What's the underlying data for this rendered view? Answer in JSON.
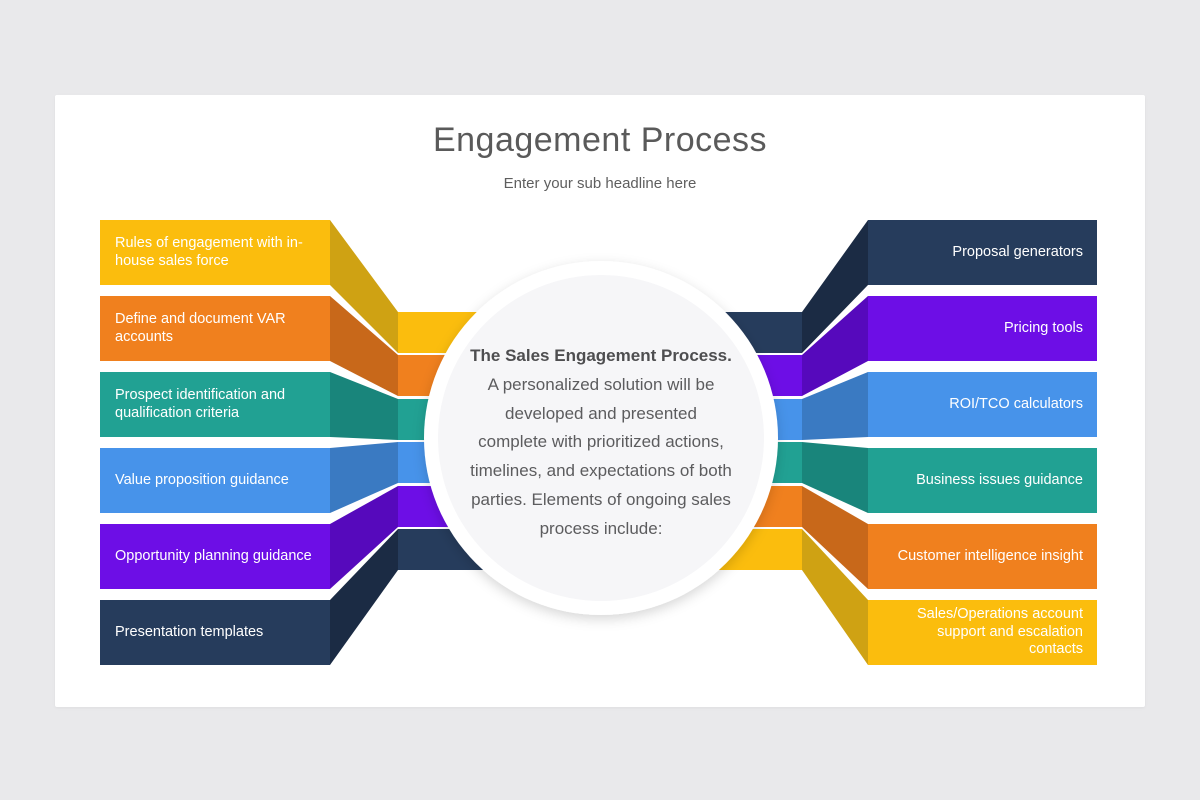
{
  "page": {
    "background": "#e9e9eb",
    "card_background": "#ffffff"
  },
  "header": {
    "title": "Engagement Process",
    "subtitle": "Enter your sub headline here"
  },
  "center_circle": {
    "bold_text": "The Sales Engagement Process.",
    "body_text": " A personalized solution will be developed and presented complete with prioritized actions, timelines, and expectations of both parties. Elements of ongoing sales process include:"
  },
  "left_items": [
    {
      "label": "Rules of engagement with in-house sales force",
      "color": "#FBBD0D",
      "dark_color": "#CFA213"
    },
    {
      "label": "Define and document VAR accounts",
      "color": "#F0801E",
      "dark_color": "#C8681A"
    },
    {
      "label": "Prospect identification and qualification criteria",
      "color": "#21A193",
      "dark_color": "#19857B"
    },
    {
      "label": "Value proposition guidance",
      "color": "#4793EA",
      "dark_color": "#3A7AC2"
    },
    {
      "label": "Opportunity planning guidance",
      "color": "#6D0EE6",
      "dark_color": "#5609BC"
    },
    {
      "label": "Presentation templates",
      "color": "#263C5C",
      "dark_color": "#1B2B44"
    }
  ],
  "right_items": [
    {
      "label": "Proposal generators",
      "color": "#263C5C",
      "dark_color": "#1B2B44"
    },
    {
      "label": "Pricing tools",
      "color": "#6D0EE6",
      "dark_color": "#5609BC"
    },
    {
      "label": "ROI/TCO calculators",
      "color": "#4793EA",
      "dark_color": "#3A7AC2"
    },
    {
      "label": "Business issues guidance",
      "color": "#21A193",
      "dark_color": "#19857B"
    },
    {
      "label": "Customer intelligence insight",
      "color": "#F0801E",
      "dark_color": "#C8681A"
    },
    {
      "label": "Sales/Operations account support and escalation contacts",
      "color": "#FBBD0D",
      "dark_color": "#CFA213"
    }
  ],
  "circle_style": {
    "ring_color": "#ffffff",
    "inner_color": "#f6f6f8"
  }
}
